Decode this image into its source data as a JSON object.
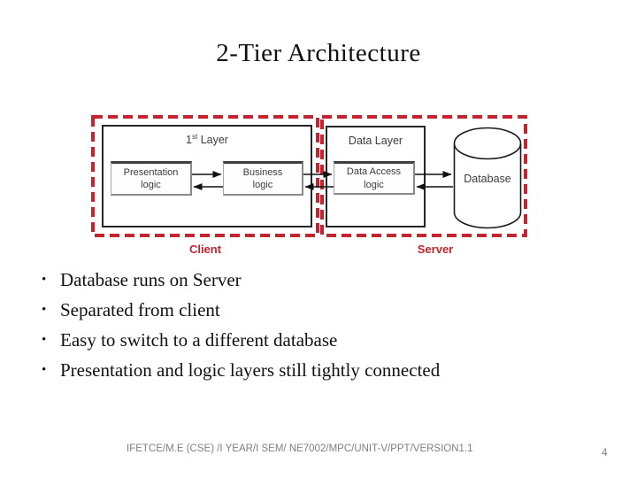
{
  "slide": {
    "title": "2-Tier Architecture",
    "footer": "IFETCE/M.E (CSE) /I YEAR/I SEM/ NE7002/MPC/UNIT-V/PPT/VERSION1.1",
    "page_number": "4",
    "bullet_char": "•"
  },
  "diagram": {
    "client_label": "Client",
    "server_label": "Server",
    "layer1": {
      "base": "1",
      "sup": "st",
      "rest": " Layer"
    },
    "data_layer_label": "Data Layer",
    "presentation_logic": "Presentation\nlogic",
    "business_logic": "Business\nlogic",
    "data_access_logic": "Data Access\nlogic",
    "database_label": "Database",
    "colors": {
      "dashed_border": "#c42430",
      "zone_label": "#c5242c",
      "arrow": "#111111"
    }
  },
  "bullets": [
    "Database runs on Server",
    "Separated from client",
    "Easy to switch to a different database",
    "Presentation and logic layers still tightly connected"
  ]
}
